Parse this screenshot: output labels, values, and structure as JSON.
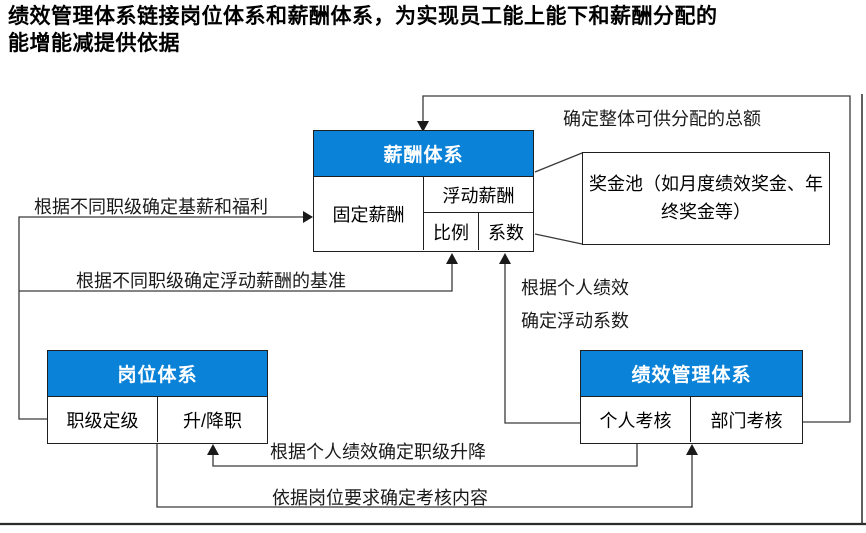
{
  "title": "绩效管理体系链接岗位体系和薪酬体系，为实现员工能上能下和薪酬分配的能增能减提供依据",
  "boxes": {
    "compensation": {
      "header": "薪酬体系",
      "fixed": "固定薪酬",
      "floating": "浮动薪酬",
      "ratio": "比例",
      "coefficient": "系数"
    },
    "bonus_pool": {
      "label": "奖金池（如月度绩效奖金、年终奖金等）"
    },
    "position": {
      "header": "岗位体系",
      "grade": "职级定级",
      "promotion": "升/降职"
    },
    "performance": {
      "header": "绩效管理体系",
      "individual": "个人考核",
      "department": "部门考核"
    }
  },
  "connector_labels": {
    "total_pool": "确定整体可供分配的总额",
    "base_salary": "根据不同职级确定基薪和福利",
    "floating_base": "根据不同职级确定浮动薪酬的基准",
    "personal_perf_line1": "根据个人绩效",
    "personal_perf_line2": "确定浮动系数",
    "grade_change": "根据个人绩效确定职级升降",
    "assessment_content": "依据岗位要求确定考核内容"
  },
  "colors": {
    "header_blue": "#0a82d7",
    "header_text": "#ffffff",
    "line": "#3a3a3a",
    "frame": "#2b2b2b"
  }
}
